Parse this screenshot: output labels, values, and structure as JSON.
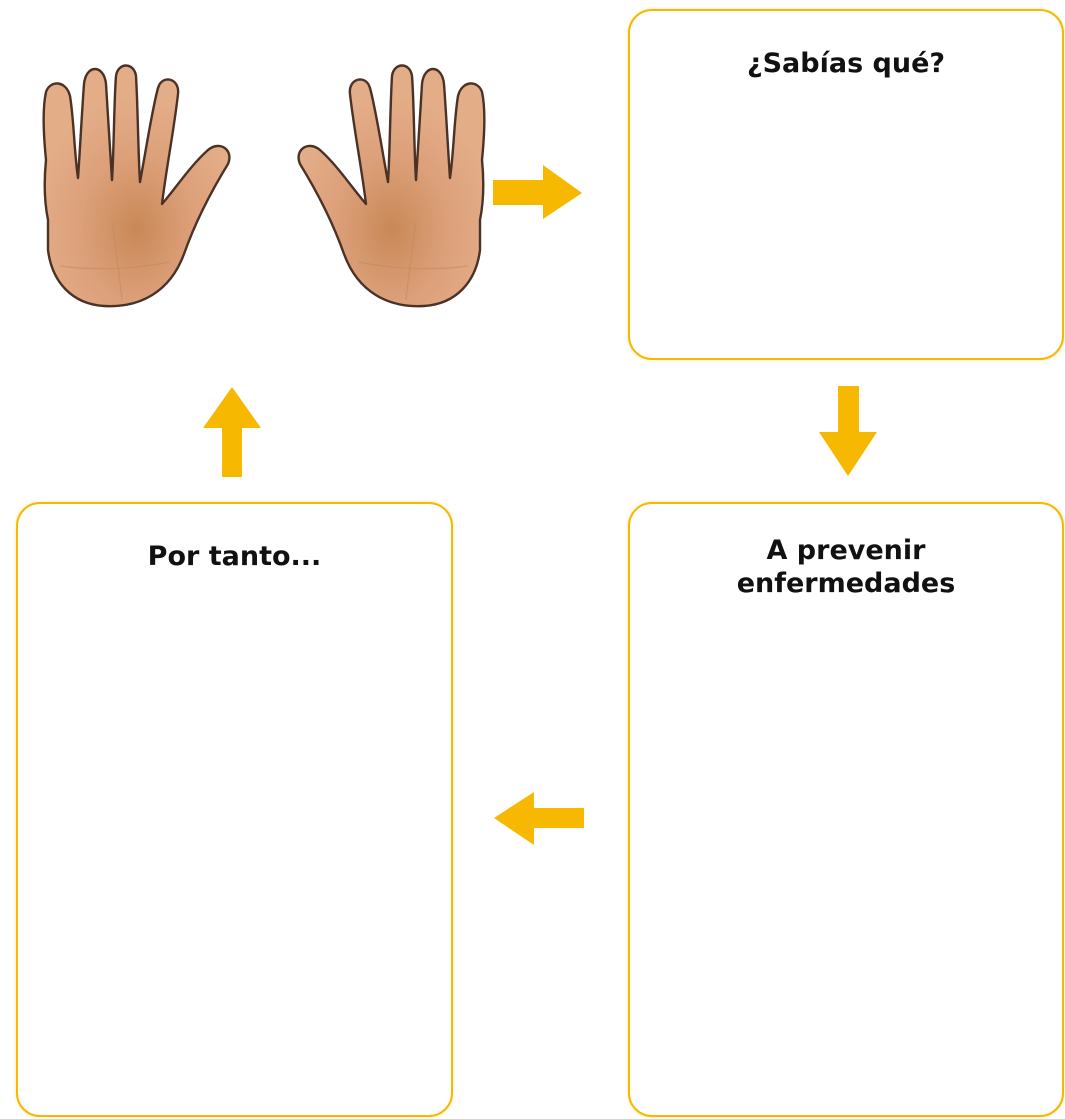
{
  "boxes": {
    "top_title": "¿Sabías qué?",
    "right_title": "A prevenir\nenfermedades",
    "left_title": "Por tanto..."
  },
  "colors": {
    "accent": "#f6b800",
    "skin": "#dca07a",
    "skin_center": "#c98856",
    "outline": "#4a3226"
  },
  "icons": [
    "left-hand-icon",
    "right-hand-icon",
    "arrow-right-icon",
    "arrow-down-icon",
    "arrow-left-icon",
    "arrow-up-icon"
  ]
}
